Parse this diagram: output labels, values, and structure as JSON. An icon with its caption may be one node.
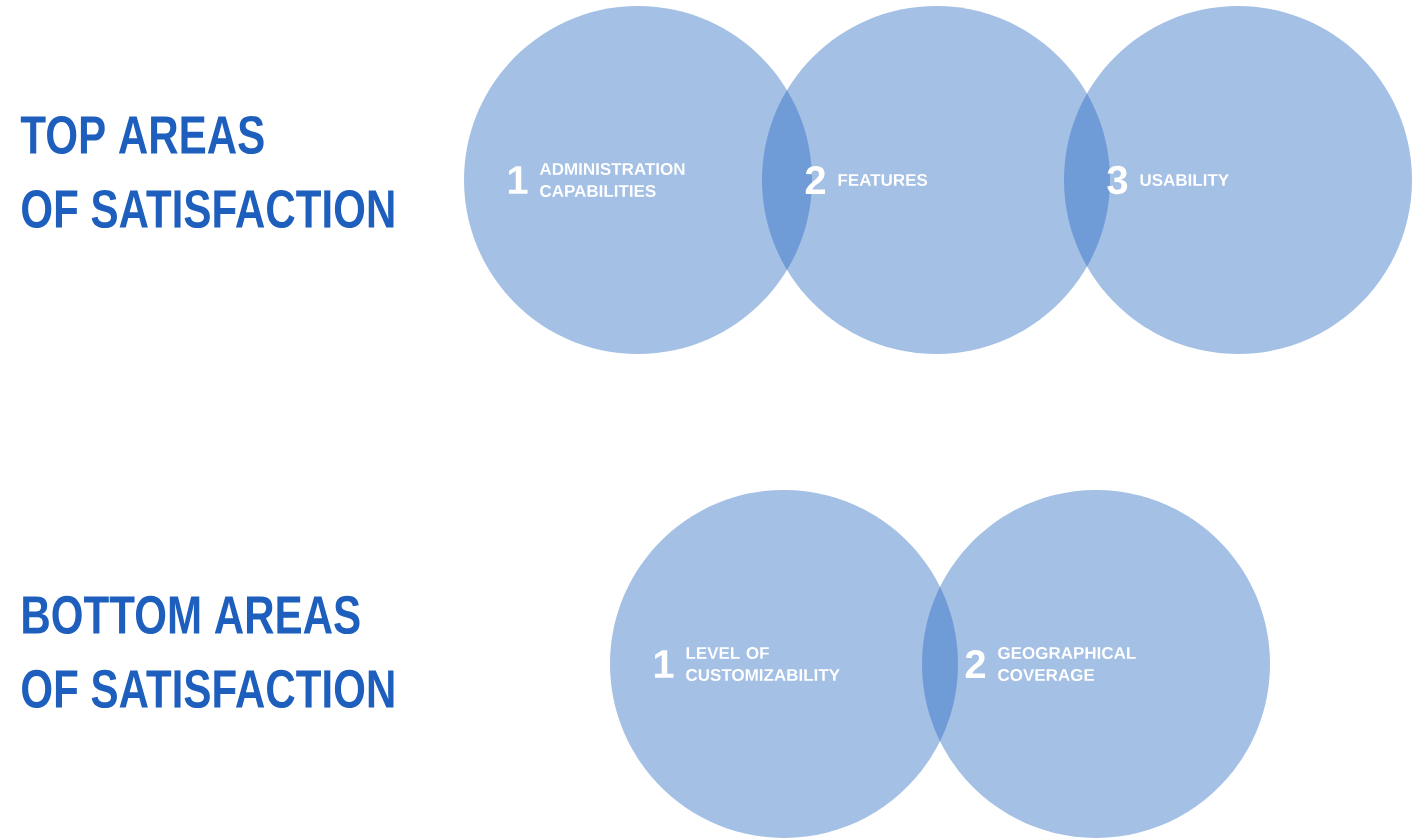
{
  "diagram": {
    "nodes": [
      {
        "text": [
          "1",
          "ADMINISTRATION CAPABILITIES"
        ]
      },
      {
        "text": [
          "2",
          "FEATURES"
        ]
      },
      {
        "text": [
          "3",
          "USABILITY"
        ]
      },
      {
        "text": [
          "1",
          "LEVEL OF CUSTOMIZABILITY"
        ]
      },
      {
        "text": [
          "2",
          "GEOGRAPHICAL COVERAGE"
        ]
      }
    ],
    "labels": [
      "TOP AREAS OF SATISFACTION",
      "BOTTOM AREAS OF SATISFACTION"
    ]
  }
}
